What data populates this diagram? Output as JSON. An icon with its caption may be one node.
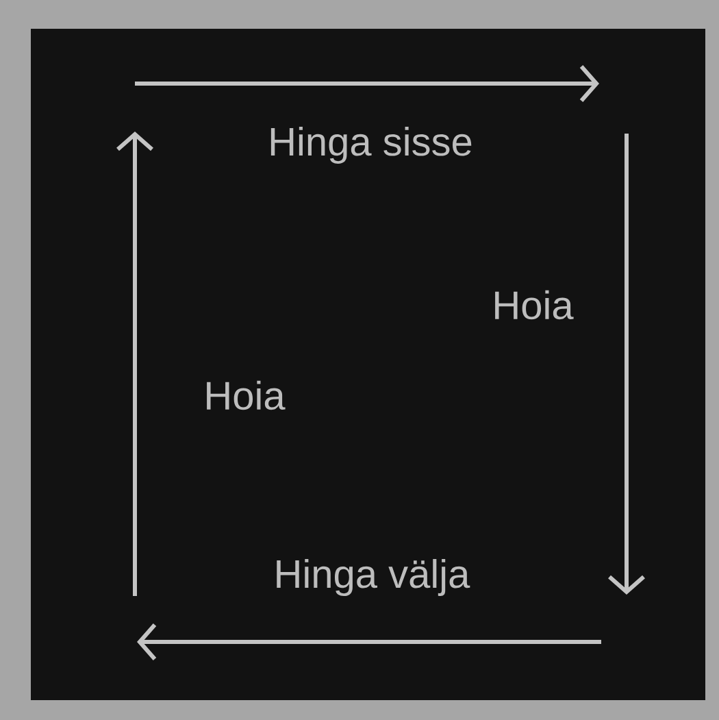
{
  "diagram": {
    "labels": [
      "Hinga sisse",
      "Hoia",
      "Hoia",
      "Hinga välja"
    ]
  }
}
